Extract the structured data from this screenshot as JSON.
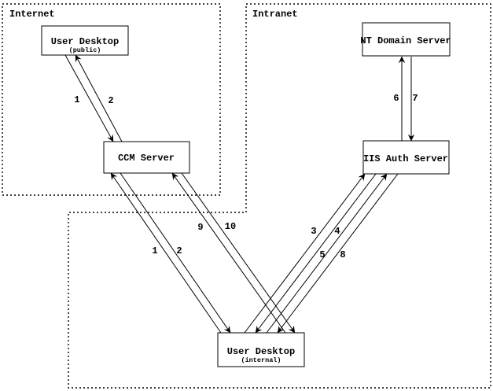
{
  "diagram": {
    "regions": {
      "internet": {
        "label": "Internet"
      },
      "intranet": {
        "label": "Intranet"
      }
    },
    "nodes": {
      "user_desktop_public": {
        "title": "User Desktop",
        "subtitle": "(public)"
      },
      "ccm_server": {
        "title": "CCM Server"
      },
      "nt_domain_server": {
        "title": "NT Domain Server"
      },
      "iis_auth_server": {
        "title": "IIS Auth Server"
      },
      "user_desktop_internal": {
        "title": "User Desktop",
        "subtitle": "(internal)"
      }
    },
    "edges": {
      "public_desktop_to_ccm": {
        "label": "1"
      },
      "ccm_to_public_desktop": {
        "label": "2"
      },
      "internal_desktop_to_ccm": {
        "label": "1"
      },
      "ccm_to_internal_desktop": {
        "label": "2"
      },
      "internal_desktop_to_iis_step3": {
        "label": "3"
      },
      "iis_to_internal_desktop_step4": {
        "label": "4"
      },
      "internal_desktop_to_iis_step5": {
        "label": "5"
      },
      "iis_to_internal_desktop_step8": {
        "label": "8"
      },
      "iis_to_nt_domain": {
        "label": "6"
      },
      "nt_domain_to_iis": {
        "label": "7"
      },
      "internal_desktop_to_ccm_step9": {
        "label": "9"
      },
      "ccm_to_internal_desktop_step10": {
        "label": "10"
      }
    },
    "colors": {
      "ink": "#000000",
      "background": "#ffffff"
    }
  }
}
